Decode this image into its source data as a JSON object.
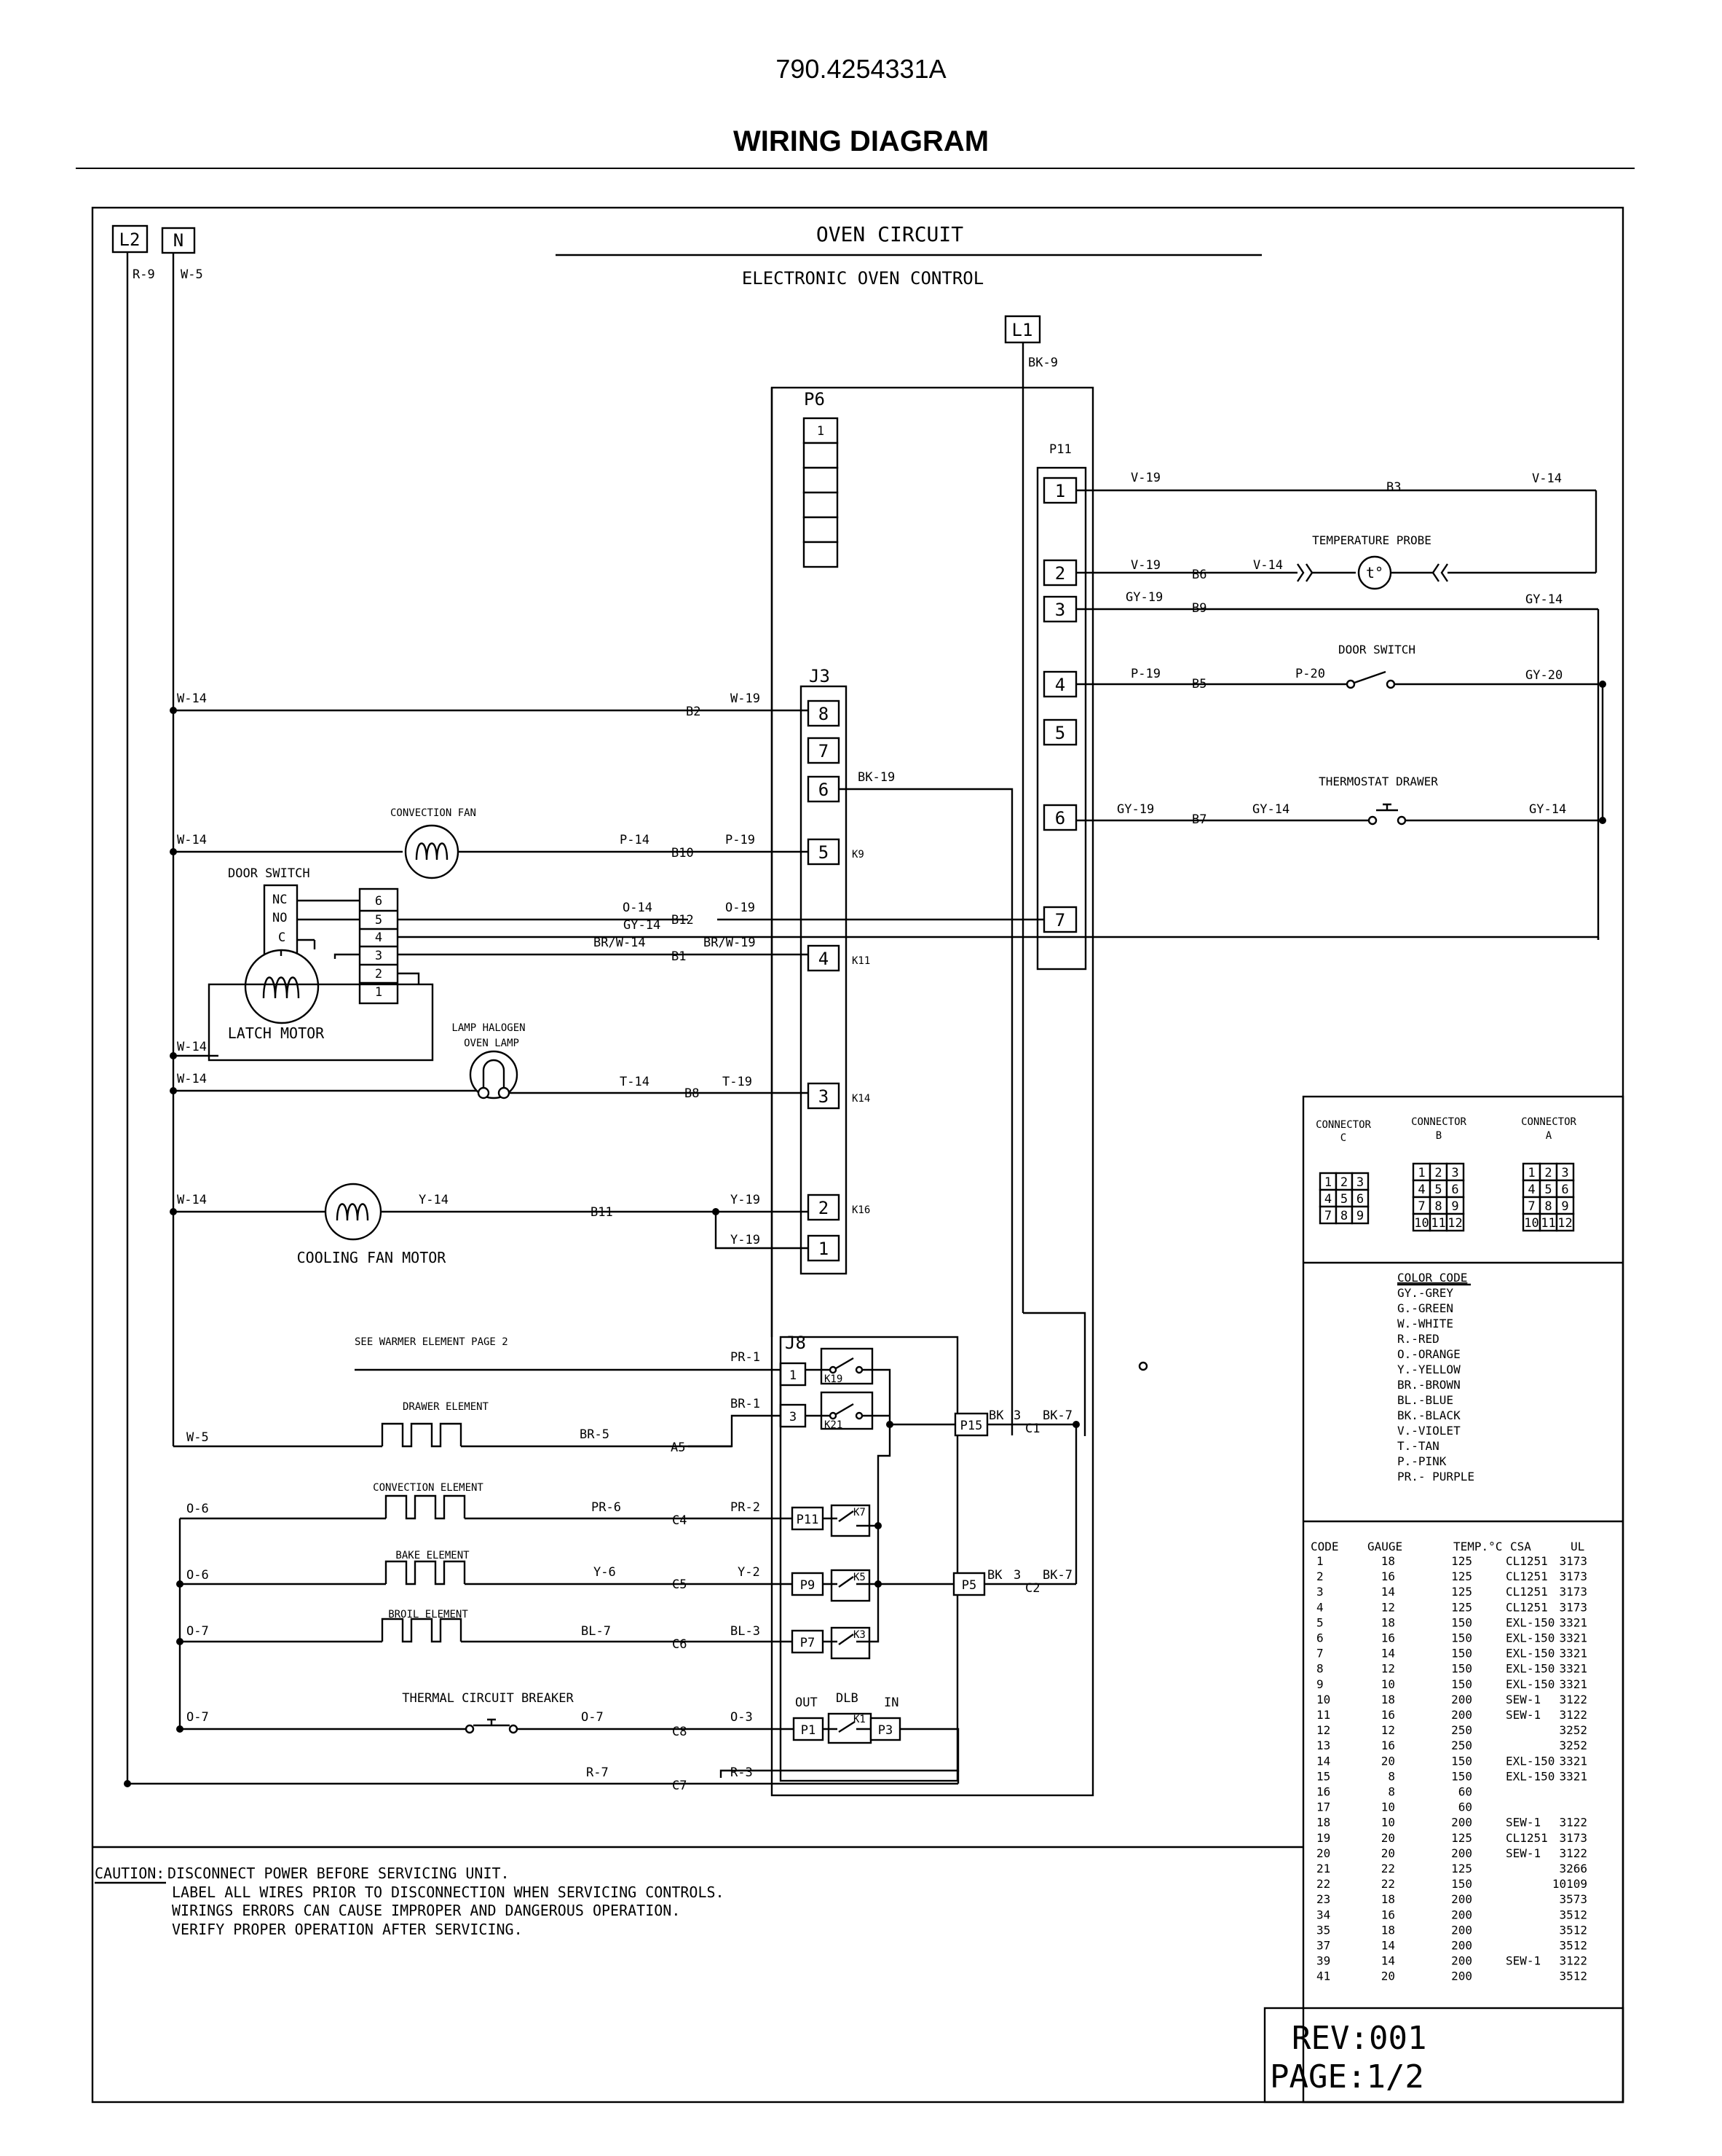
{
  "header": {
    "doc_number": "790.4254331A",
    "title": "WIRING DIAGRAM"
  },
  "circuit": {
    "title": "OVEN CIRCUIT",
    "subtitle": "ELECTRONIC OVEN CONTROL"
  },
  "terminals": {
    "l2": "L2",
    "n": "N",
    "l1": "L1"
  },
  "connectors": {
    "p6": "P6",
    "p11": "P11",
    "j3": "J3",
    "j8": "J8",
    "p6_pin1": "1",
    "p11_pins": [
      "1",
      "2",
      "3",
      "4",
      "5",
      "6",
      "7"
    ],
    "j3_pins": [
      "8",
      "7",
      "6",
      "5",
      "4",
      "3",
      "2",
      "1"
    ],
    "j8_pins": [
      "1",
      "3"
    ],
    "relays": {
      "k9": "K9",
      "k11": "K11",
      "k14": "K14",
      "k16": "K16",
      "k19": "K19",
      "k21": "K21",
      "k7": "K7",
      "k5": "K5",
      "k3": "K3",
      "k1": "K1"
    },
    "plugs": {
      "p15": "P15",
      "p5": "P5",
      "p11b": "P11",
      "p9": "P9",
      "p7": "P7",
      "p1": "P1",
      "p3": "P3"
    },
    "dlb": {
      "out": "OUT",
      "dlb": "DLB",
      "in": "IN"
    },
    "p_nums": {
      "c1_3": "3",
      "c2_3": "3"
    }
  },
  "wires": {
    "r9": "R-9",
    "w5_top": "W-5",
    "bk9": "BK-9",
    "v19_a": "V-19",
    "v14_a": "V-14",
    "v19_b": "V-19",
    "v14_b": "V-14",
    "gy19_a": "GY-19",
    "gy14_a": "GY-14",
    "p19_a": "P-19",
    "p20": "P-20",
    "gy20": "GY-20",
    "gy19_b": "GY-19",
    "gy14_b": "GY-14",
    "gy14_c": "GY-14",
    "w14_1": "W-14",
    "w19": "W-19",
    "bk19": "BK-19",
    "w14_2": "W-14",
    "p14": "P-14",
    "p19_b": "P-19",
    "o14": "O-14",
    "o19": "O-19",
    "gy14_d": "GY-14",
    "brw14": "BR/W-14",
    "brw19": "BR/W-19",
    "w14_3": "W-14",
    "w14_4": "W-14",
    "t14": "T-14",
    "t19": "T-19",
    "w14_5": "W-14",
    "y14": "Y-14",
    "y19_a": "Y-19",
    "y19_b": "Y-19",
    "pr1": "PR-1",
    "br1": "BR-1",
    "w5": "W-5",
    "br5": "BR-5",
    "o6_a": "O-6",
    "pr6": "PR-6",
    "pr2": "PR-2",
    "o6_b": "O-6",
    "y6": "Y-6",
    "y2": "Y-2",
    "o7_a": "O-7",
    "bl7": "BL-7",
    "bl3": "BL-3",
    "o7_b": "O-7",
    "o7_c": "O-7",
    "o3": "O-3",
    "r7": "R-7",
    "r3": "R-3",
    "bk_p15": "BK",
    "bk7_a": "BK-7",
    "bk_p5": "BK",
    "bk7_b": "BK-7"
  },
  "nodes": {
    "b3": "B3",
    "b6": "B6",
    "b9": "B9",
    "b5": "B5",
    "b7": "B7",
    "b2": "B2",
    "b10": "B10",
    "b12": "B12",
    "b1": "B1",
    "b8": "B8",
    "b11": "B11",
    "a5": "A5",
    "c4": "C4",
    "c5": "C5",
    "c6": "C6",
    "c8": "C8",
    "c7": "C7",
    "c1": "C1",
    "c2": "C2"
  },
  "components": {
    "temperature_probe": "TEMPERATURE PROBE",
    "probe_symbol": "t°",
    "door_switch_right": "DOOR SWITCH",
    "thermostat_drawer": "THERMOSTAT DRAWER",
    "convection_fan": "CONVECTION FAN",
    "door_switch_left": "DOOR SWITCH",
    "nc": "NC",
    "no": "NO",
    "c": "C",
    "latch_terms": [
      "6",
      "5",
      "4",
      "3",
      "2",
      "1"
    ],
    "latch_motor": "LATCH MOTOR",
    "lamp_halogen": "LAMP HALOGEN",
    "oven_lamp": "OVEN LAMP",
    "cooling_fan_motor": "COOLING FAN MOTOR",
    "see_warmer": "SEE WARMER  ELEMENT  PAGE 2",
    "drawer_element": "DRAWER ELEMENT",
    "convection_element": "CONVECTION ELEMENT",
    "bake_element": "BAKE ELEMENT",
    "broil_element": "BROIL ELEMENT",
    "thermal_breaker": "THERMAL CIRCUIT BREAKER"
  },
  "caution": {
    "label": "CAUTION:",
    "lines": [
      "DISCONNECT POWER BEFORE SERVICING UNIT.",
      "LABEL ALL WIRES PRIOR TO DISCONNECTION WHEN SERVICING CONTROLS.",
      "WIRINGS ERRORS CAN CAUSE IMPROPER AND DANGEROUS OPERATION.",
      "VERIFY PROPER OPERATION AFTER SERVICING."
    ]
  },
  "connector_legend": {
    "c": {
      "label1": "CONNECTOR",
      "label2": "C",
      "grid": [
        [
          "1",
          "2",
          "3"
        ],
        [
          "4",
          "5",
          "6"
        ],
        [
          "7",
          "8",
          "9"
        ]
      ]
    },
    "b": {
      "label1": "CONNECTOR",
      "label2": "B",
      "grid": [
        [
          "1",
          "2",
          "3"
        ],
        [
          "4",
          "5",
          "6"
        ],
        [
          "7",
          "8",
          "9"
        ],
        [
          "10",
          "11",
          "12"
        ]
      ]
    },
    "a": {
      "label1": "CONNECTOR",
      "label2": "A",
      "grid": [
        [
          "1",
          "2",
          "3"
        ],
        [
          "4",
          "5",
          "6"
        ],
        [
          "7",
          "8",
          "9"
        ],
        [
          "10",
          "11",
          "12"
        ]
      ]
    }
  },
  "color_code": {
    "title": "COLOR CODE",
    "items": [
      "GY.-GREY",
      "G.-GREEN",
      "W.-WHITE",
      "R.-RED",
      "O.-ORANGE",
      "Y.-YELLOW",
      "BR.-BROWN",
      "BL.-BLUE",
      "BK.-BLACK",
      "V.-VIOLET",
      "T.-TAN",
      "P.-PINK",
      "PR.- PURPLE"
    ]
  },
  "gauge_table": {
    "headers": [
      "CODE",
      "GAUGE",
      "TEMP.°C",
      "CSA",
      "UL"
    ],
    "rows": [
      [
        "1",
        "18",
        "125",
        "CL1251",
        "3173"
      ],
      [
        "2",
        "16",
        "125",
        "CL1251",
        "3173"
      ],
      [
        "3",
        "14",
        "125",
        "CL1251",
        "3173"
      ],
      [
        "4",
        "12",
        "125",
        "CL1251",
        "3173"
      ],
      [
        "5",
        "18",
        "150",
        "EXL-150",
        "3321"
      ],
      [
        "6",
        "16",
        "150",
        "EXL-150",
        "3321"
      ],
      [
        "7",
        "14",
        "150",
        "EXL-150",
        "3321"
      ],
      [
        "8",
        "12",
        "150",
        "EXL-150",
        "3321"
      ],
      [
        "9",
        "10",
        "150",
        "EXL-150",
        "3321"
      ],
      [
        "10",
        "18",
        "200",
        "SEW-1",
        "3122"
      ],
      [
        "11",
        "16",
        "200",
        "SEW-1",
        "3122"
      ],
      [
        "12",
        "12",
        "250",
        "",
        "3252"
      ],
      [
        "13",
        "16",
        "250",
        "",
        "3252"
      ],
      [
        "14",
        "20",
        "150",
        "EXL-150",
        "3321"
      ],
      [
        "15",
        "8",
        "150",
        "EXL-150",
        "3321"
      ],
      [
        "16",
        "8",
        "60",
        "",
        ""
      ],
      [
        "17",
        "10",
        "60",
        "",
        ""
      ],
      [
        "18",
        "10",
        "200",
        "SEW-1",
        "3122"
      ],
      [
        "19",
        "20",
        "125",
        "CL1251",
        "3173"
      ],
      [
        "20",
        "20",
        "200",
        "SEW-1",
        "3122"
      ],
      [
        "21",
        "22",
        "125",
        "",
        "3266"
      ],
      [
        "22",
        "22",
        "150",
        "",
        "10109"
      ],
      [
        "23",
        "18",
        "200",
        "",
        "3573"
      ],
      [
        "34",
        "16",
        "200",
        "",
        "3512"
      ],
      [
        "35",
        "18",
        "200",
        "",
        "3512"
      ],
      [
        "37",
        "14",
        "200",
        "",
        "3512"
      ],
      [
        "39",
        "14",
        "200",
        "SEW-1",
        "3122"
      ],
      [
        "41",
        "20",
        "200",
        "",
        "3512"
      ]
    ]
  },
  "revision": {
    "rev": "REV:001",
    "page": "PAGE:1/2"
  }
}
